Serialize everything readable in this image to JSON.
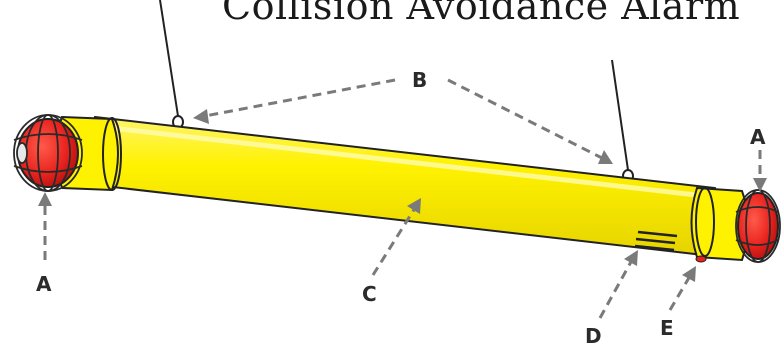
{
  "title": "Collision Avoidance Alarm",
  "labels": {
    "a_left": "A",
    "a_right": "A",
    "b": "B",
    "c": "C",
    "d": "D",
    "e": "E"
  },
  "colors": {
    "tube": "#fff200",
    "tube_shade": "#d9c800",
    "lens_red": "#e8221e",
    "cage": "#2a2a2a",
    "leader_line": "#7a7a7a"
  }
}
